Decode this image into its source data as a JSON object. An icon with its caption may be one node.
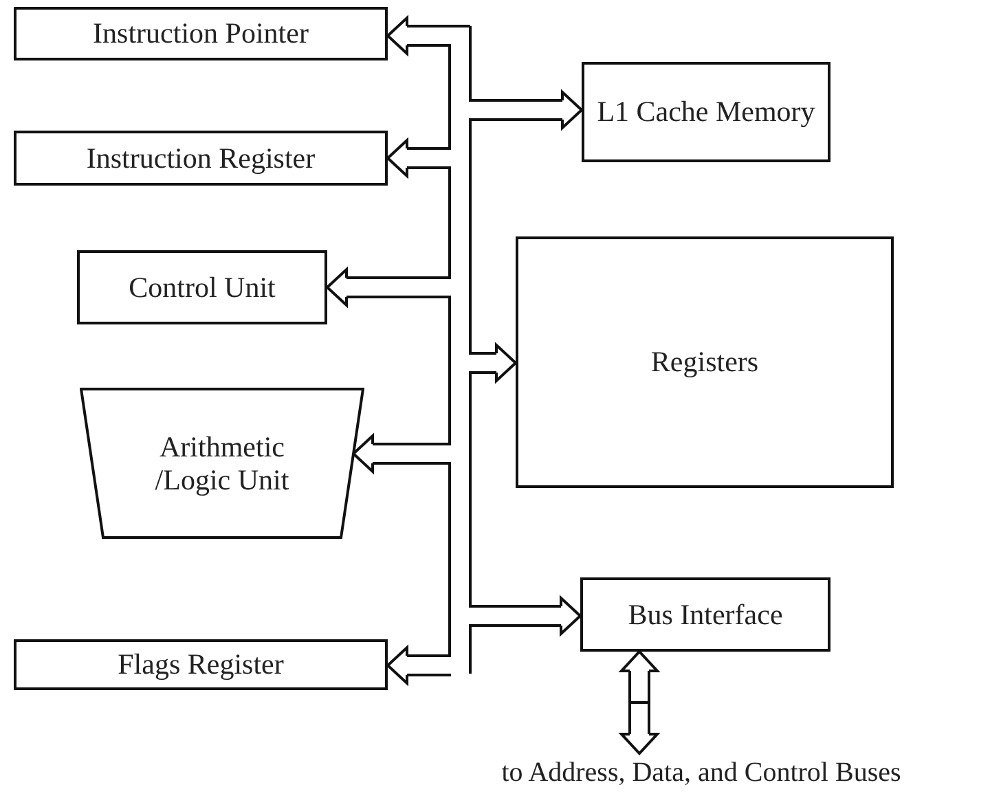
{
  "diagram": {
    "nodes": [
      {
        "text": [
          "Instruction Pointer"
        ]
      },
      {
        "text": [
          "Instruction Register"
        ]
      },
      {
        "text": [
          "Control Unit"
        ]
      },
      {
        "text": [
          "Arithmetic /Logic Unit"
        ]
      },
      {
        "text": [
          "Flags Register"
        ]
      },
      {
        "text": [
          "L1 Cache Memory"
        ]
      },
      {
        "text": [
          "Registers"
        ]
      },
      {
        "text": [
          "Bus Interface"
        ]
      },
      {
        "text": [
          "to Address, Data, and Control Buses"
        ]
      }
    ],
    "edges": [
      {
        "from": null,
        "to": 0,
        "arrow": "to"
      },
      {
        "from": null,
        "to": 5,
        "arrow": "to"
      },
      {
        "from": null,
        "to": 1,
        "arrow": "to"
      },
      {
        "from": null,
        "to": 2,
        "arrow": "to"
      },
      {
        "from": null,
        "to": 6,
        "arrow": "to"
      },
      {
        "from": null,
        "to": 3,
        "arrow": "to"
      },
      {
        "from": null,
        "to": 7,
        "arrow": "to"
      },
      {
        "from": null,
        "to": 4,
        "arrow": "to"
      },
      {
        "from": 7,
        "to": 8,
        "arrow": "both"
      }
    ]
  }
}
